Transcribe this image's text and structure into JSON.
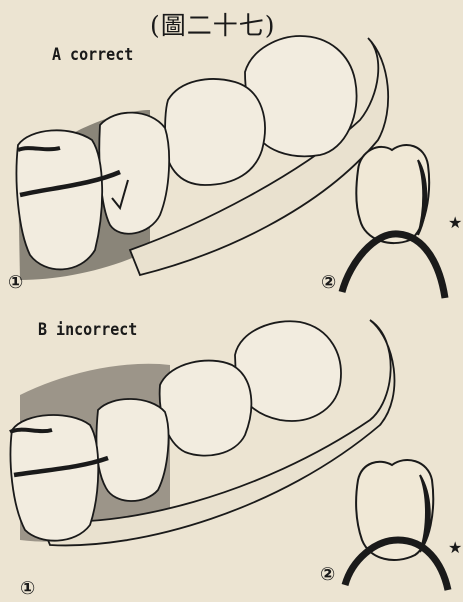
{
  "figure": {
    "title": "(圖二十七)",
    "sections": [
      {
        "label": "A  correct",
        "markers": [
          "①",
          "②",
          "★"
        ]
      },
      {
        "label": "B  incorrect",
        "markers": [
          "①",
          "②",
          "★"
        ]
      }
    ]
  }
}
